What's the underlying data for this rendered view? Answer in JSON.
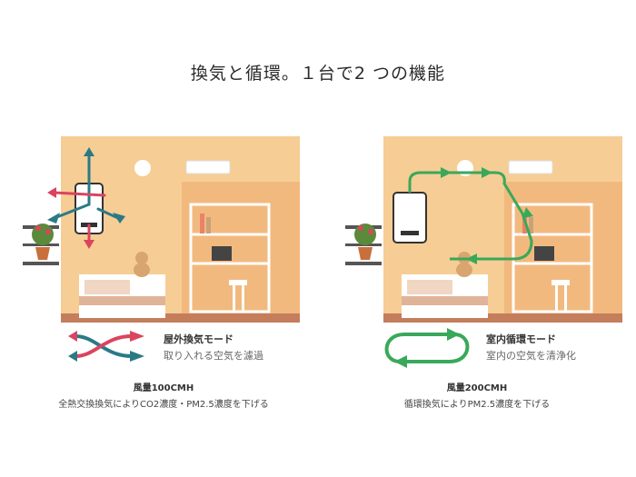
{
  "title": "換気と循環。１台で2 つの機能",
  "modes": [
    {
      "name": "屋外換気モード",
      "description": "取り入れる空気を濾過",
      "airflow": "風量100CMH",
      "effect": "全熱交換換気によりCO2濃度・PM2.5濃度を下げる"
    },
    {
      "name": "室内循環モード",
      "description": "室内の空気を清浄化",
      "airflow": "風量200CMH",
      "effect": "循環換気によりPM2.5濃度を下げる"
    }
  ],
  "colors": {
    "wall": "#f6cd95",
    "wall_light": "#f9dcb3",
    "floor": "#c47e5c",
    "shelf": "#e3a27d",
    "arrow_teal": "#2a7a86",
    "arrow_red": "#d9455e",
    "arrow_green": "#3aa85a"
  }
}
